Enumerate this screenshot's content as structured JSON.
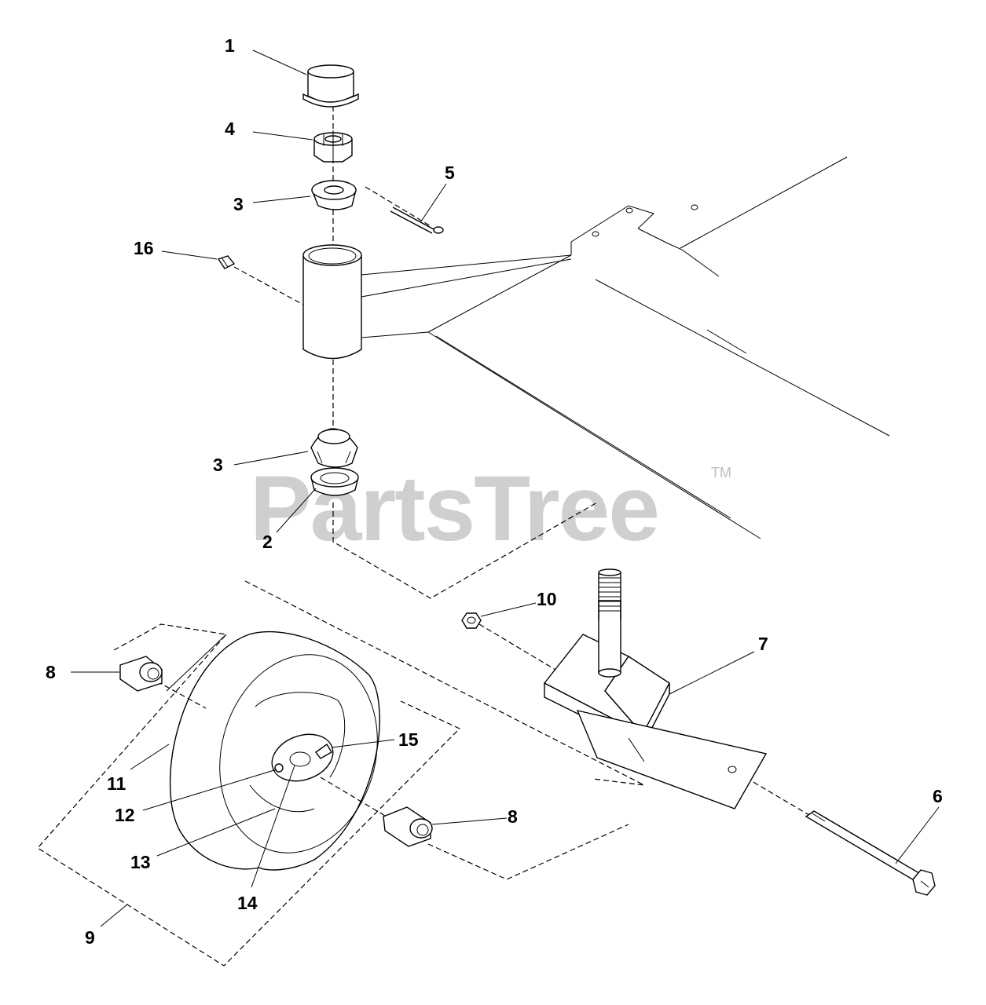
{
  "watermark": {
    "text": "PartsTree",
    "trademark": "TM"
  },
  "callouts": [
    {
      "id": "c1",
      "label": "1"
    },
    {
      "id": "c4",
      "label": "4"
    },
    {
      "id": "c3a",
      "label": "3"
    },
    {
      "id": "c5",
      "label": "5"
    },
    {
      "id": "c16",
      "label": "16"
    },
    {
      "id": "c3b",
      "label": "3"
    },
    {
      "id": "c2",
      "label": "2"
    },
    {
      "id": "c10",
      "label": "10"
    },
    {
      "id": "c7",
      "label": "7"
    },
    {
      "id": "c8a",
      "label": "8"
    },
    {
      "id": "c15",
      "label": "15"
    },
    {
      "id": "c11",
      "label": "11"
    },
    {
      "id": "c12",
      "label": "12"
    },
    {
      "id": "c8b",
      "label": "8"
    },
    {
      "id": "c6",
      "label": "6"
    },
    {
      "id": "c13",
      "label": "13"
    },
    {
      "id": "c14",
      "label": "14"
    },
    {
      "id": "c9",
      "label": "9"
    }
  ]
}
